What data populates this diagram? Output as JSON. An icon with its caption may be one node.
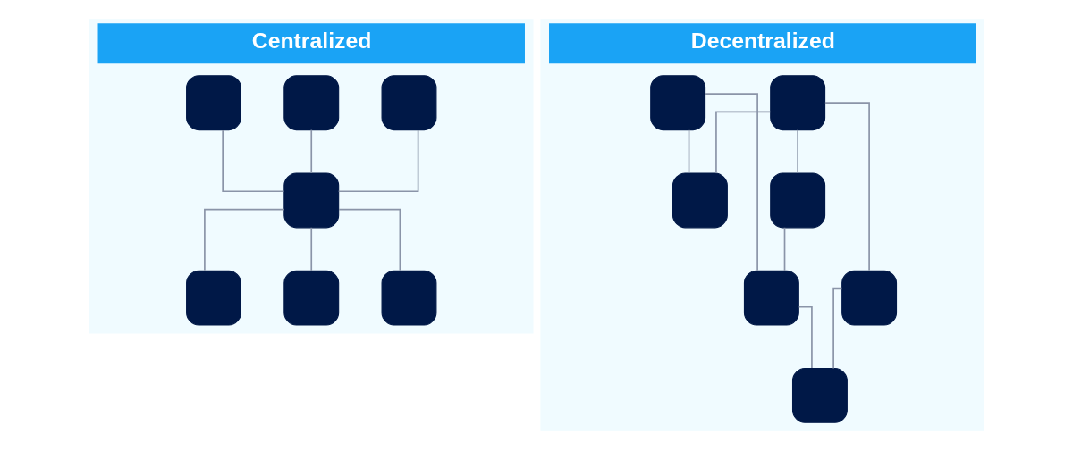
{
  "diagram": {
    "nodes": [
      {
        "text": [
          "Centralized"
        ]
      },
      {
        "text": [],
        "shape": "box",
        "in": 0
      },
      {
        "text": [],
        "shape": "box",
        "in": 0
      },
      {
        "text": [],
        "shape": "box",
        "in": 0
      },
      {
        "text": [],
        "shape": "box",
        "in": 0
      },
      {
        "text": [],
        "shape": "box",
        "in": 0
      },
      {
        "text": [],
        "shape": "box",
        "in": 0
      },
      {
        "text": [],
        "shape": "box",
        "in": 0
      },
      {
        "text": [
          "Decentralized"
        ]
      },
      {
        "text": [],
        "shape": "box",
        "in": 8
      },
      {
        "text": [],
        "shape": "box",
        "in": 8
      },
      {
        "text": [],
        "shape": "box",
        "in": 8
      },
      {
        "text": [],
        "shape": "box",
        "in": 8
      },
      {
        "text": [],
        "shape": "box",
        "in": 8
      },
      {
        "text": [],
        "shape": "box",
        "in": 8
      },
      {
        "text": [],
        "shape": "box",
        "in": 8
      }
    ],
    "edges": [
      {
        "from": 1,
        "to": 4,
        "arrow": "none"
      },
      {
        "from": 2,
        "to": 4,
        "arrow": "none"
      },
      {
        "from": 3,
        "to": 4,
        "arrow": "none"
      },
      {
        "from": 4,
        "to": 5,
        "arrow": "none"
      },
      {
        "from": 4,
        "to": 6,
        "arrow": "none"
      },
      {
        "from": 4,
        "to": 7,
        "arrow": "none"
      },
      {
        "from": 9,
        "to": 10,
        "arrow": "none"
      },
      {
        "from": 9,
        "to": 14,
        "arrow": "none"
      },
      {
        "from": 9,
        "to": 11,
        "arrow": "none"
      },
      {
        "from": 10,
        "to": 13,
        "arrow": "none"
      },
      {
        "from": 11,
        "to": 15,
        "arrow": "none"
      },
      {
        "from": 12,
        "to": 14,
        "arrow": "none"
      },
      {
        "from": 12,
        "to": 13,
        "arrow": "none"
      },
      {
        "from": 13,
        "to": 15,
        "arrow": "none"
      }
    ]
  }
}
